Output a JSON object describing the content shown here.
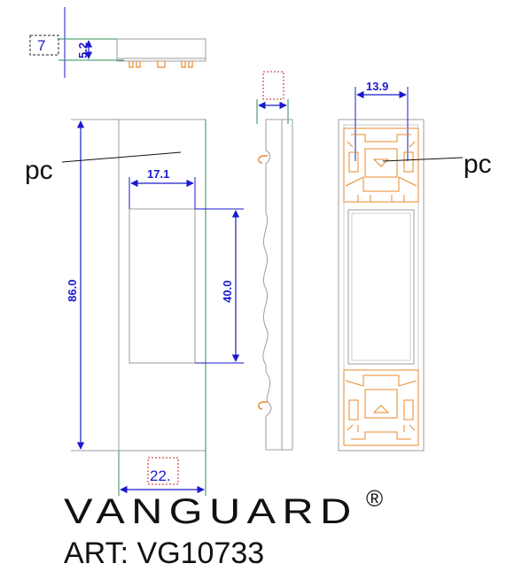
{
  "brand": {
    "name": "VANGUARD",
    "registered_mark": "®",
    "article_label": "ART: VG10733"
  },
  "callouts": {
    "material_left": "pc",
    "material_right": "pc"
  },
  "dimensions": {
    "top_thickness": "7",
    "top_height": "5.2",
    "opening_width": "17.1",
    "overall_height": "86.0",
    "opening_height": "40.0",
    "overall_width": "22.",
    "back_width": "13.9"
  },
  "colors": {
    "dimension": "#1a1acc",
    "outline": "#2e8b57",
    "part_line": "#9e9e9e",
    "part_detail": "#e8892b",
    "placeholder_box": "#cc2222",
    "text": "#111111"
  }
}
